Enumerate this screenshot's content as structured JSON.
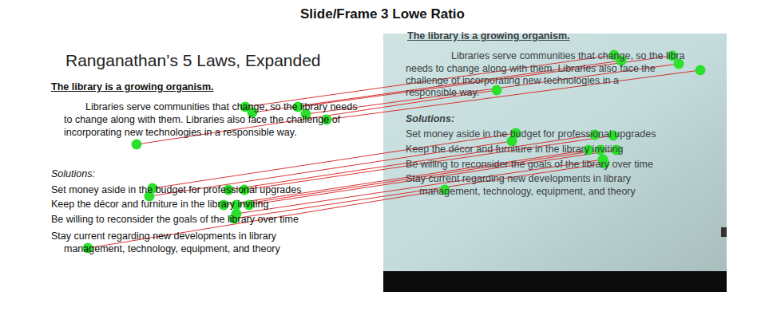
{
  "diagram": {
    "title": "Slide/Frame 3 Lowe Ratio",
    "labels": [
      "Ranganathan’s 5 Laws, Expanded",
      "The library is a growing organism.",
      "Libraries serve communities that change, so the library needs to change along with them. Libraries also face the challenge of incorporating new technologies in a responsible way.",
      "Solutions:",
      "Set money aside in the budget for professional upgrades",
      "Keep the décor and furniture in the library inviting",
      "Be willing to reconsider the goals of the library over time",
      "Stay current regarding new developments in library management, technology, equipment, and theory",
      "The library is a growing organism.",
      "Libraries serve communities that change, so the libra",
      "needs to change along with them. Libraries also face the",
      "challenge of incorporating new technologies in a",
      "responsible way.",
      "Solutions:",
      "Set money aside in the budget for professional upgrades",
      "Keep the décor and furniture in the library inviting",
      "Be willing to reconsider the goals of the library over time",
      "Stay current regarding new developments in library",
      "management, technology, equipment, and theory"
    ]
  }
}
